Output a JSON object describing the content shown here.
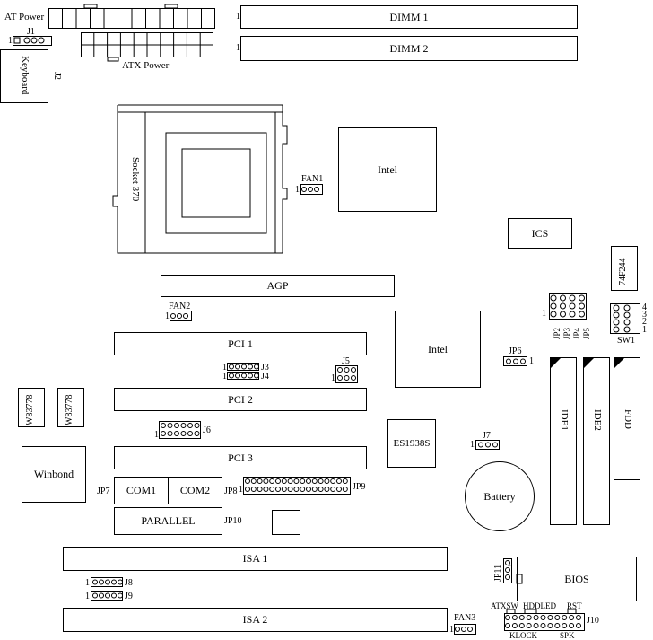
{
  "power": {
    "at": "AT Power",
    "atx": "ATX Power"
  },
  "dimm": {
    "d1": "DIMM 1",
    "d2": "DIMM 2",
    "pin1": "1"
  },
  "j1": {
    "label": "J1",
    "pin": "1"
  },
  "keyboard": {
    "label": "Keyboard",
    "conn": "J2"
  },
  "socket": {
    "label": "Socket 370"
  },
  "chips": {
    "intel_north": "Intel",
    "intel_south": "Intel",
    "ics": "ICS",
    "clock": "74F244",
    "audio": "ES1938S",
    "winbond": "Winbond",
    "w1": "W83778",
    "w2": "W83778",
    "bios": "BIOS"
  },
  "fans": {
    "fan1": "FAN1",
    "fan2": "FAN2",
    "fan3": "FAN3",
    "pin": "1"
  },
  "slots": {
    "agp": "AGP",
    "pci1": "PCI 1",
    "pci2": "PCI 2",
    "pci3": "PCI 3",
    "isa1": "ISA 1",
    "isa2": "ISA 2"
  },
  "headers": {
    "j3": "J3",
    "j4": "J4",
    "j5": "J5",
    "j6": "J6",
    "j7": "J7",
    "j8": "J8",
    "j9": "J9",
    "j10": "J10",
    "jp6": "JP6",
    "jp7": "JP7",
    "jp8": "JP8",
    "jp9": "JP9",
    "jp10": "JP10",
    "jp11": "JP11",
    "pin": "1"
  },
  "jumpers": {
    "jp2": "JP2",
    "jp3": "JP3",
    "jp4": "JP4",
    "jp5": "JP5",
    "sw1": "SW1",
    "n1": "1",
    "n2": "2",
    "n3": "3",
    "n4": "4"
  },
  "ports": {
    "com1": "COM1",
    "com2": "COM2",
    "parallel": "PARALLEL"
  },
  "drives": {
    "ide1": "IDE1",
    "ide2": "IDE2",
    "fdd": "FDD"
  },
  "battery": "Battery",
  "panel": {
    "atxsw": "ATXSW",
    "hddled": "HDDLED",
    "rst": "RST",
    "klock": "KLOCK",
    "spk": "SPK"
  }
}
